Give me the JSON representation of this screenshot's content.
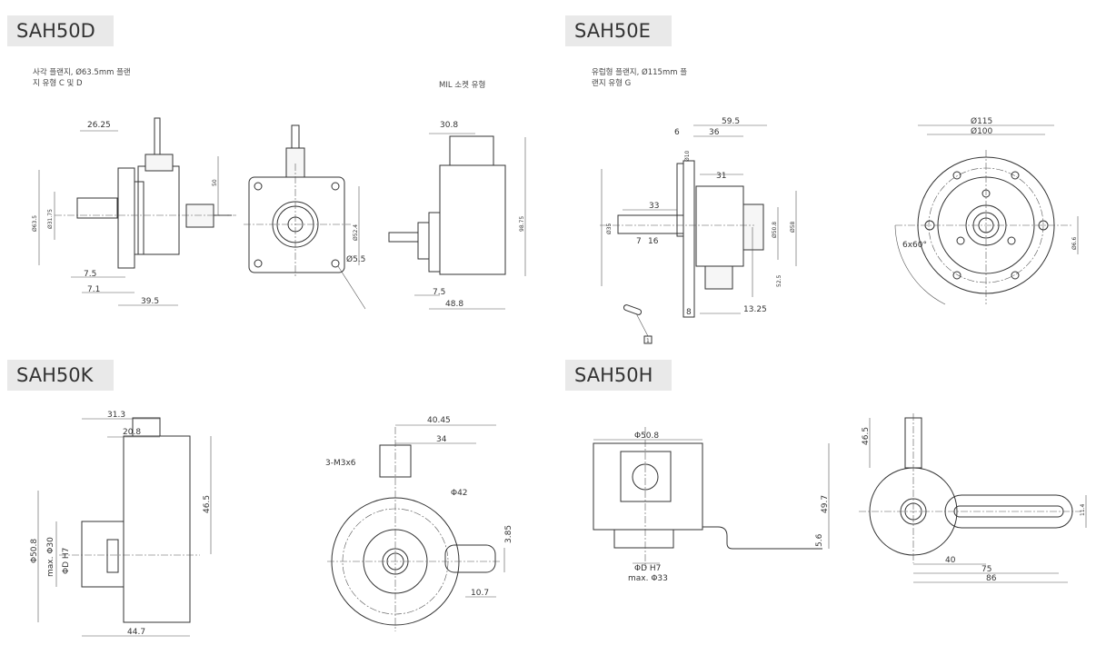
{
  "sections": {
    "d": {
      "title": "SAH50D",
      "caption_line1": "사각 플랜지, Ø63.5mm 플랜",
      "caption_line2": "지 유형 C 및 D",
      "caption_right": "MIL 소켓 유형",
      "dims": [
        "26.25",
        "Ø63.5",
        "Ø31.75",
        "50",
        "7.5",
        "7.1",
        "39.5",
        "Ø52.4",
        "Ø5.5",
        "30.8",
        "98.75",
        "7.5",
        "48.8"
      ]
    },
    "e": {
      "title": "SAH50E",
      "caption_line1": "유럽형 플랜지, Ø115mm 플",
      "caption_line2": "랜지 유형 G",
      "dims": [
        "59.5",
        "6",
        "36",
        "Ø10",
        "31",
        "33",
        "Ø35",
        "7",
        "16",
        "Ø50.8",
        "Ø58",
        "52.5",
        "8",
        "13.25",
        "Ø115",
        "Ø100",
        "6x60°",
        "Ø6.6",
        "1"
      ]
    },
    "k": {
      "title": "SAH50K",
      "dims": [
        "31.3",
        "20.8",
        "46.5",
        "Φ50.8",
        "max. Φ30",
        "ΦD H7",
        "44.7",
        "40.45",
        "34",
        "3-M3x6",
        "Φ42",
        "3.85",
        "10.7"
      ]
    },
    "h": {
      "title": "SAH50H",
      "dims": [
        "Φ50.8",
        "49.7",
        "5.6",
        "ΦD H7",
        "max. Φ33",
        "46.5",
        "11.4",
        "40",
        "75",
        "86"
      ]
    }
  }
}
